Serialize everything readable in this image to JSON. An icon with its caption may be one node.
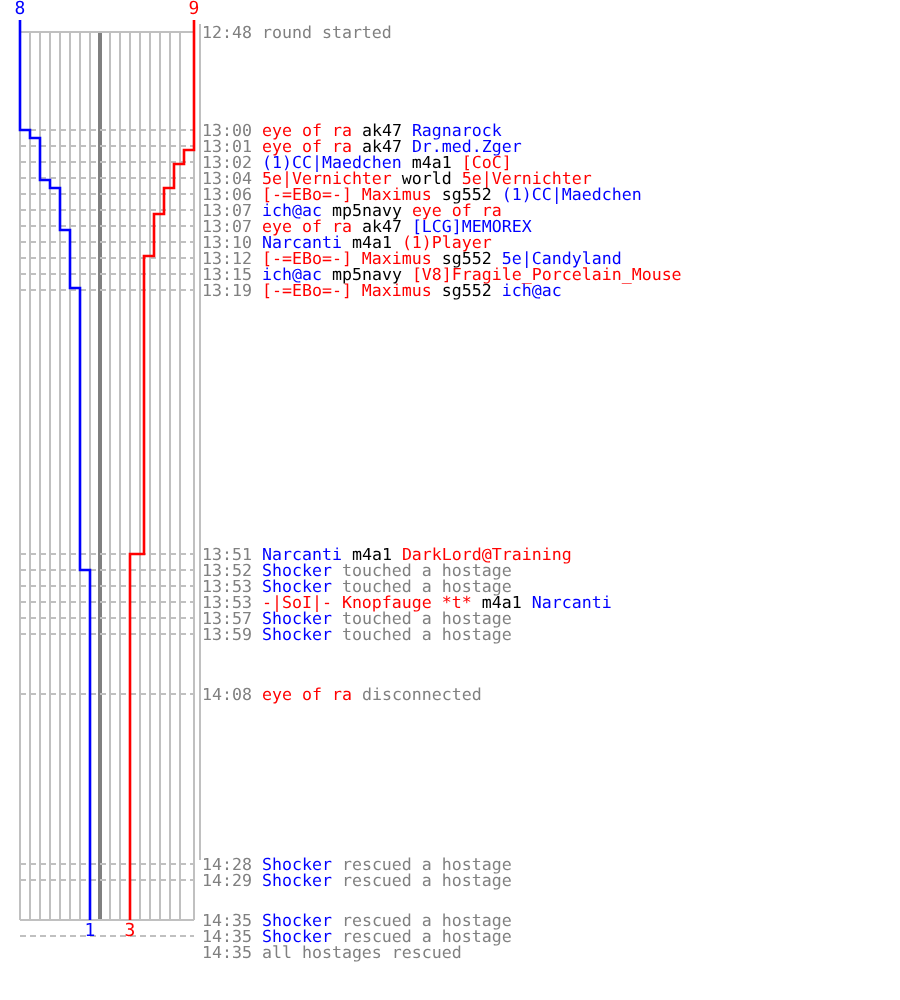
{
  "diagram": {
    "labels": [
      "8",
      "9",
      "12:48",
      "round started",
      "13:00",
      "eye of ra",
      "ak47",
      "Ragnarock",
      "13:01",
      "eye of ra",
      "ak47",
      "Dr.med.Zger",
      "13:02",
      "(1)CC|Maedchen",
      "m4a1",
      "[CoC]",
      "13:04",
      "5e|Vernichter",
      "world",
      "5e|Vernichter",
      "13:06",
      "[-=EBo=-] Maximus",
      "sg552",
      "(1)CC|Maedchen",
      "13:07",
      "ich@ac",
      "mp5navy",
      "eye of ra",
      "13:07",
      "eye of ra",
      "ak47",
      "[LCG]MEMOREX",
      "13:10",
      "Narcanti",
      "m4a1",
      "(1)Player",
      "13:12",
      "[-=EBo=-] Maximus",
      "sg552",
      "5e|Candyland",
      "13:15",
      "ich@ac",
      "mp5navy",
      "[V8]Fragile_Porcelain_Mouse",
      "13:19",
      "[-=EBo=-] Maximus",
      "sg552",
      "ich@ac",
      "13:51",
      "Narcanti",
      "m4a1",
      "DarkLord@Training",
      "13:52",
      "Shocker",
      "touched a hostage",
      "13:53",
      "Shocker",
      "touched a hostage",
      "13:53",
      "-|SoI|- Knopfauge *t*",
      "m4a1",
      "Narcanti",
      "13:57",
      "Shocker",
      "touched a hostage",
      "13:59",
      "Shocker",
      "touched a hostage",
      "14:08",
      "eye of ra",
      "disconnected",
      "14:28",
      "Shocker",
      "rescued a hostage",
      "14:29",
      "Shocker",
      "rescued a hostage",
      "14:35",
      "Shocker",
      "rescued a hostage",
      "14:35",
      "Shocker",
      "rescued a hostage",
      "14:35",
      "all hostages rescued",
      "1",
      "3"
    ]
  }
}
